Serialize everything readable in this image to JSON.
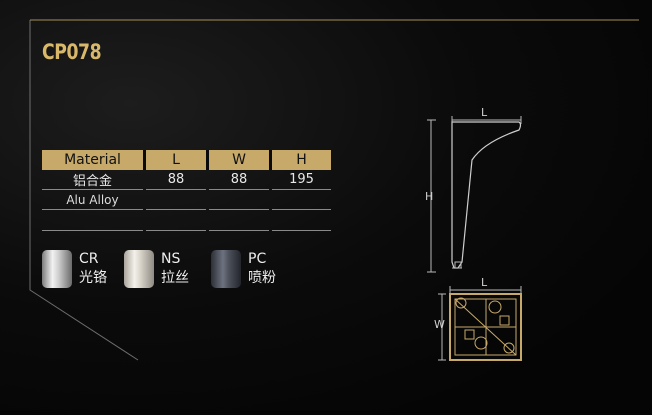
{
  "product": {
    "model": "CP078"
  },
  "spec_table": {
    "headers": [
      "Material",
      "L",
      "W",
      "H"
    ],
    "rows": [
      [
        "铝合金",
        "88",
        "88",
        "195"
      ],
      [
        "Alu Alloy",
        "",
        "",
        ""
      ],
      [
        "",
        "",
        "",
        ""
      ]
    ]
  },
  "finishes": [
    {
      "code": "CR",
      "name": "光铬",
      "swatch_color": "#d8d8d8"
    },
    {
      "code": "NS",
      "name": "拉丝",
      "swatch_color": "#e6e2da"
    },
    {
      "code": "PC",
      "name": "喷粉",
      "swatch_color": "#4c505a"
    }
  ],
  "drawing": {
    "side_view": {
      "width_label": "L",
      "height_label": "H"
    },
    "bottom_view": {
      "width_label": "L",
      "depth_label": "W"
    }
  },
  "colors": {
    "accent_gold": "#c7a96a",
    "title_gold": "#d9b86a",
    "background": "#050505"
  }
}
